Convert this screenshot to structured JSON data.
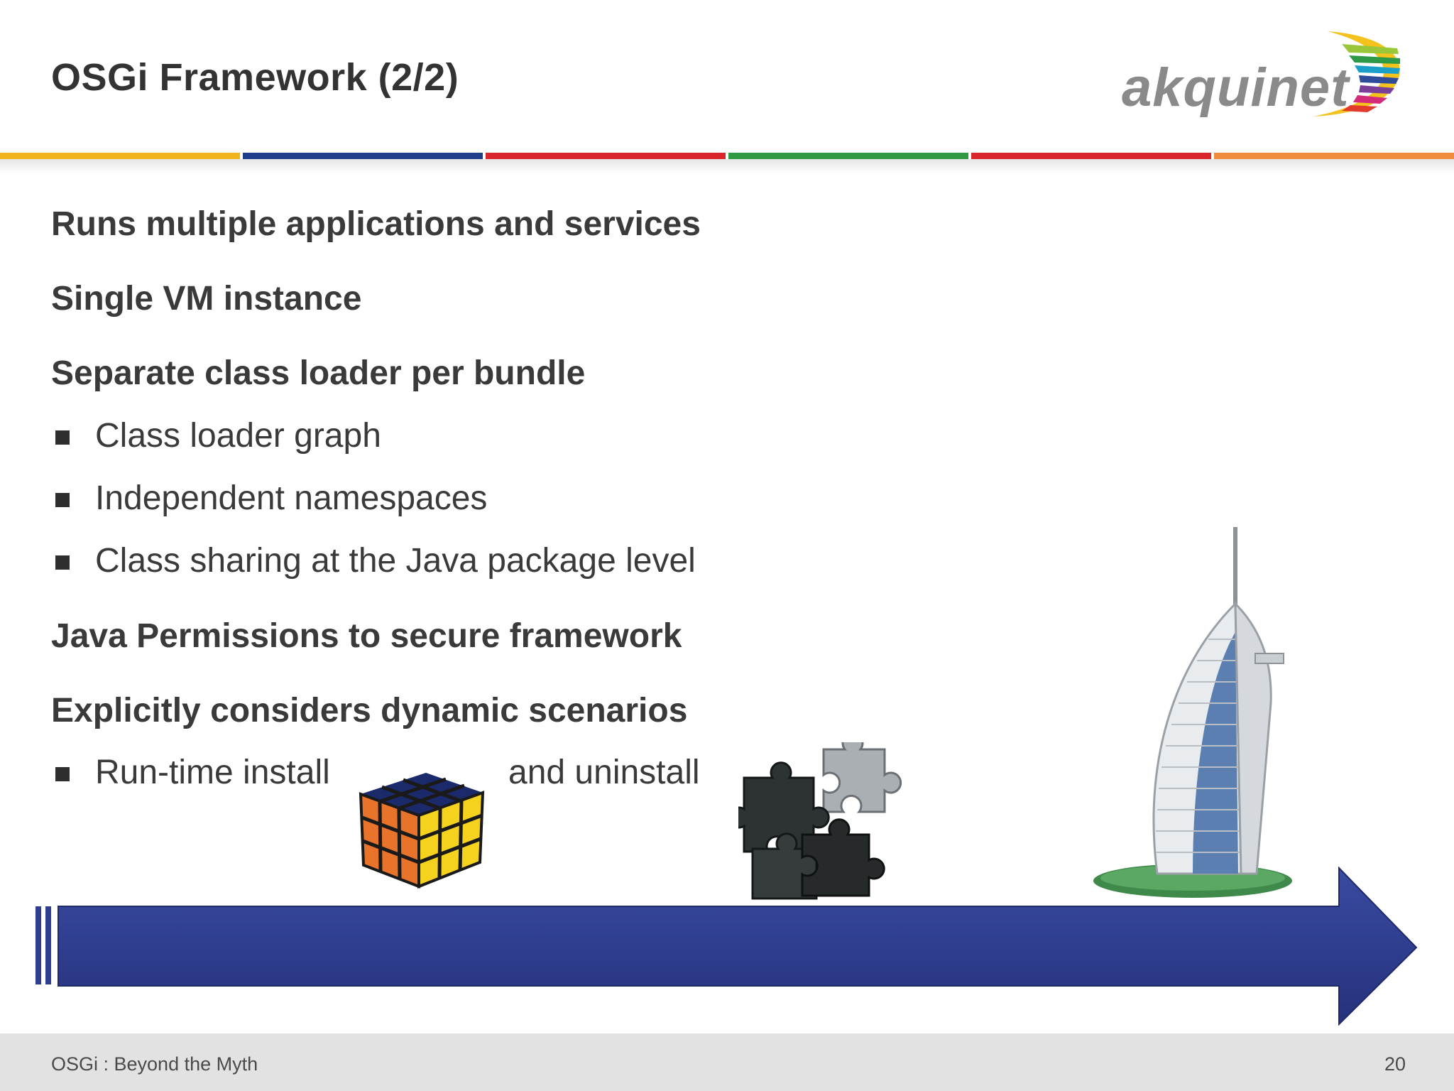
{
  "slide": {
    "title": "OSGi Framework (2/2)",
    "logo_text": "akquinet",
    "stripe_colors": [
      "#f0b41e",
      "#1f3d8a",
      "#d8262b",
      "#2f9a42",
      "#d8262b",
      "#f08a3c"
    ],
    "items": [
      {
        "kind": "heading",
        "text": "Runs multiple applications and services"
      },
      {
        "kind": "heading",
        "text": "Single VM instance"
      },
      {
        "kind": "heading",
        "text": "Separate class loader per bundle"
      },
      {
        "kind": "bullet",
        "text": "Class loader graph"
      },
      {
        "kind": "bullet",
        "text": "Independent namespaces"
      },
      {
        "kind": "bullet",
        "text": "Class sharing at the Java package level"
      },
      {
        "kind": "heading",
        "text": "Java Permissions to secure framework"
      },
      {
        "kind": "heading",
        "text": "Explicitly considers dynamic scenarios"
      },
      {
        "kind": "bullet",
        "text": "Run-time install",
        "text2": "and uninstall"
      }
    ],
    "images": {
      "cube": "rubiks-cube-image",
      "puzzle": "puzzle-pieces-image",
      "tower": "burj-al-arab-model-image"
    },
    "arrow_color": "#2f3e8f"
  },
  "footer": {
    "left": "OSGi : Beyond the Myth",
    "page_number": "20"
  }
}
